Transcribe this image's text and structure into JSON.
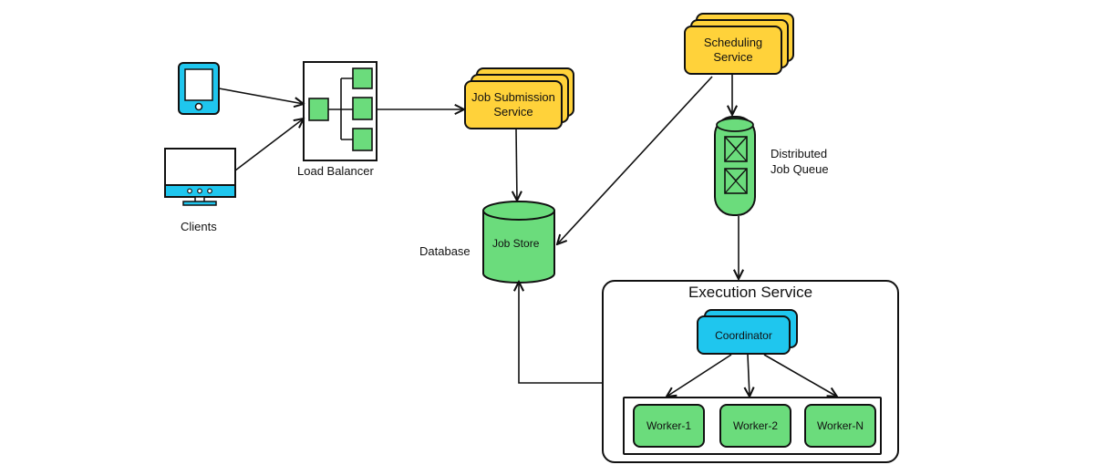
{
  "clients": {
    "label": "Clients"
  },
  "load_balancer": {
    "label": "Load Balancer"
  },
  "job_submission": {
    "label": "Job Submission Service"
  },
  "scheduling": {
    "label": "Scheduling Service"
  },
  "queue": {
    "label": "Distributed Job Queue"
  },
  "database": {
    "side_label": "Database",
    "store_label": "Job Store"
  },
  "execution": {
    "title": "Execution Service",
    "coordinator": "Coordinator",
    "workers": [
      "Worker-1",
      "Worker-2",
      "Worker-N"
    ]
  },
  "colors": {
    "yellow": "#ffd23a",
    "green": "#6bdc7c",
    "cyan": "#1fc6ee",
    "stroke": "#111111"
  }
}
